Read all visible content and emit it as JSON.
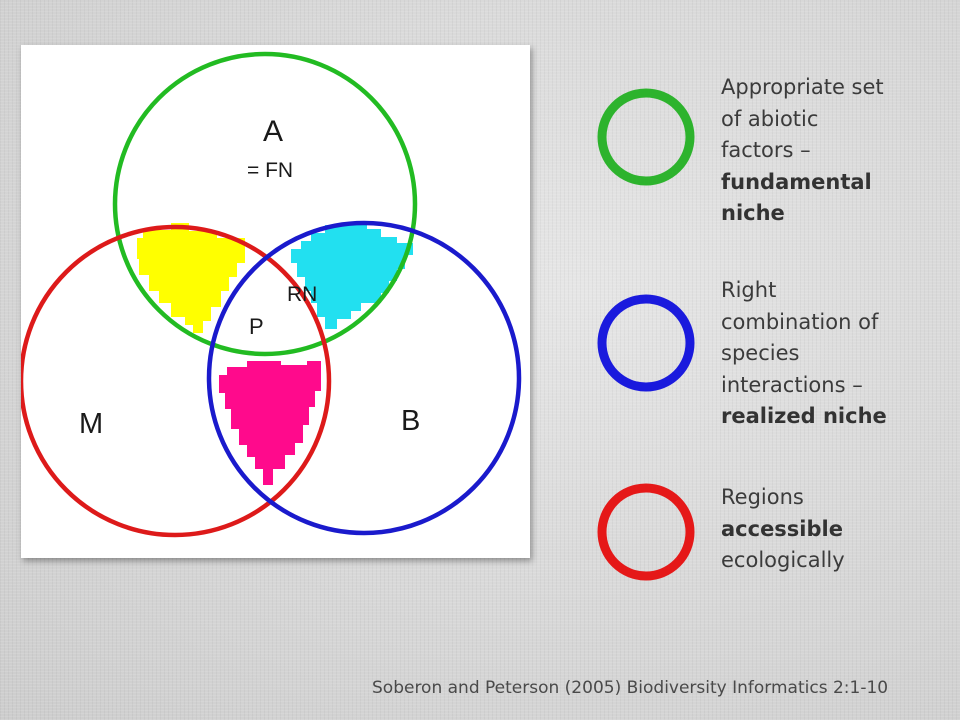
{
  "venn": {
    "circle_a_label": "A",
    "circle_a_sublabel": "= FN",
    "circle_m_label": "M",
    "circle_b_label": "B",
    "region_rn_label": "RN",
    "region_p_label": "P"
  },
  "legend": [
    {
      "ring_color": "#2db32d",
      "lines": [
        {
          "text": "Appropriate set",
          "bold": false
        },
        {
          "text": "of abiotic",
          "bold": false
        },
        {
          "text": "factors –",
          "bold": false
        },
        {
          "text": "fundamental",
          "bold": true
        },
        {
          "text": "niche",
          "bold": true
        }
      ]
    },
    {
      "ring_color": "#1a1add",
      "lines": [
        {
          "text": "Right",
          "bold": false
        },
        {
          "text": "combination of",
          "bold": false
        },
        {
          "text": "species",
          "bold": false
        },
        {
          "text": "interactions –",
          "bold": false
        },
        {
          "text": "realized niche",
          "bold": true
        }
      ]
    },
    {
      "ring_color": "#e51818",
      "lines": [
        {
          "text": "Regions",
          "bold": false
        },
        {
          "text": "accessible",
          "bold": true
        },
        {
          "text": "ecologically",
          "bold": false
        }
      ]
    }
  ],
  "citation": "Soberon and Peterson (2005) Biodiversity Informatics 2:1-10",
  "colors": {
    "circle_a": "#22bb22",
    "circle_b": "#1a1acc",
    "circle_m": "#dd1a1a",
    "region_yellow": "#ffff00",
    "region_cyan": "#22e0f0",
    "region_magenta": "#ff0a8c"
  }
}
